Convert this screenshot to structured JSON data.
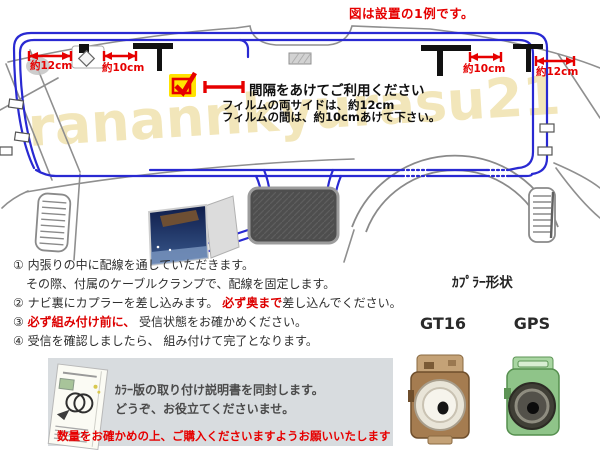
{
  "notice_top": "図は設置の1例です。",
  "watermark": "ranannkyurasu21",
  "diagram": {
    "dims": {
      "left_side": "約12cm",
      "left_gap": "約10cm",
      "right_gap": "約10cm",
      "right_side": "約12cm"
    },
    "spacing_note": "間隔をあけてご利用ください",
    "film_note1": "フィルムの両サイドは、約12cm",
    "film_note2": "フィルムの間は、約10cmあけて下さい。",
    "colors": {
      "cable_blue": "#2929d2",
      "accent_red": "#e60000",
      "checkbox_yellow": "#ffe300",
      "watermark_yellow": "#f2e6ba"
    }
  },
  "instructions": {
    "step1": "① 内張りの中に配線を通していただきます。",
    "step1_cont": "その際、付属のケーブルクランプで、配線を固定します。",
    "step2_black": "② ナビ裏にカプラーを差し込みます。 ",
    "step2_red": "必ず奥まで",
    "step2_tail": "差し込んでください。",
    "step3_num": "③ ",
    "step3_red": "必ず組み付け前に、",
    "step3_tail": " 受信状態をお確かめください。",
    "step4": "④ 受信を確認しましたら、 組み付けて完了となります。"
  },
  "coupler": {
    "title": "ｶﾌﾟﾗｰ形状",
    "gt16_label": "GT16",
    "gps_label": "GPS",
    "gt16_color": "#a57c50",
    "gps_color": "#8fc489"
  },
  "manual": {
    "line1": "ｶﾗｰ版の取り付け説明書を同封します。",
    "line2": "どうぞ、お役立てくださいませ。",
    "warning": "数量をお確かめの上、ご購入くださいますようお願いいたします",
    "panel_color": "#d8dcdf"
  }
}
